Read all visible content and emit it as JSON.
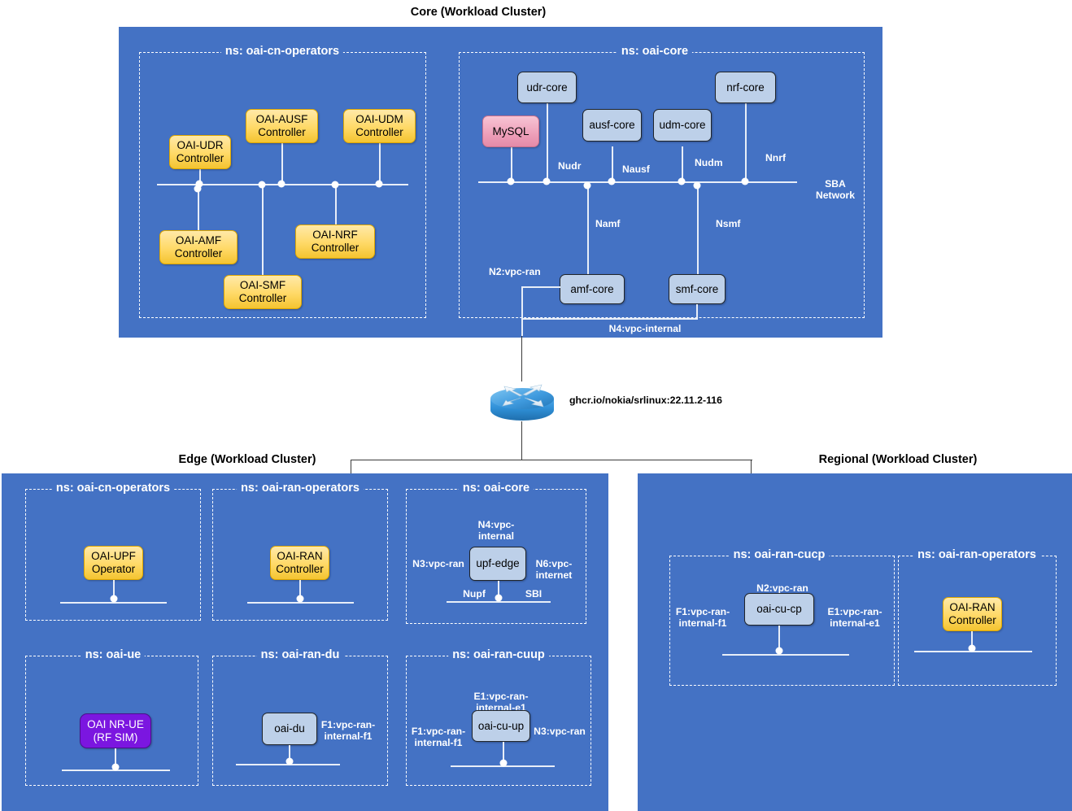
{
  "clusters": {
    "core": {
      "title": "Core (Workload Cluster)"
    },
    "edge": {
      "title": "Edge (Workload Cluster)"
    },
    "regional": {
      "title": "Regional (Workload Cluster)"
    }
  },
  "namespaces": {
    "core_cn_operators": "ns: oai-cn-operators",
    "core_oai_core": "ns: oai-core",
    "edge_cn_operators": "ns: oai-cn-operators",
    "edge_ran_operators": "ns: oai-ran-operators",
    "edge_oai_core": "ns: oai-core",
    "edge_oai_ue": "ns: oai-ue",
    "edge_ran_du": "ns: oai-ran-du",
    "edge_ran_cuup": "ns: oai-ran-cuup",
    "regional_ran_cucp": "ns: oai-ran-cucp",
    "regional_ran_operators": "ns: oai-ran-operators"
  },
  "core": {
    "operators": [
      {
        "id": "oai-udr-controller",
        "label": "OAI-UDR\nController"
      },
      {
        "id": "oai-ausf-controller",
        "label": "OAI-AUSF\nController"
      },
      {
        "id": "oai-udm-controller",
        "label": "OAI-UDM\nController"
      },
      {
        "id": "oai-amf-controller",
        "label": "OAI-AMF\nController"
      },
      {
        "id": "oai-smf-controller",
        "label": "OAI-SMF\nController"
      },
      {
        "id": "oai-nrf-controller",
        "label": "OAI-NRF\nController"
      }
    ],
    "functions": [
      {
        "id": "udr-core",
        "label": "udr-core"
      },
      {
        "id": "mysql",
        "label": "MySQL"
      },
      {
        "id": "ausf-core",
        "label": "ausf-core"
      },
      {
        "id": "udm-core",
        "label": "udm-core"
      },
      {
        "id": "nrf-core",
        "label": "nrf-core"
      },
      {
        "id": "amf-core",
        "label": "amf-core"
      },
      {
        "id": "smf-core",
        "label": "smf-core"
      }
    ],
    "interfaces": {
      "nudr": "Nudr",
      "nausf": "Nausf",
      "nudm": "Nudm",
      "nnrf": "Nnrf",
      "namf": "Namf",
      "nsmf": "Nsmf",
      "sba_network": "SBA\nNetwork",
      "n2_vpc_ran": "N2:vpc-ran",
      "n4_vpc_internal": "N4:vpc-internal"
    }
  },
  "router": {
    "image": "ghcr.io/nokia/srlinux:22.11.2-116",
    "icon": "router-icon"
  },
  "edge": {
    "nodes": [
      {
        "id": "oai-upf-operator",
        "label": "OAI-UPF\nOperator"
      },
      {
        "id": "oai-ran-controller",
        "label": "OAI-RAN\nController"
      },
      {
        "id": "upf-edge",
        "label": "upf-edge"
      },
      {
        "id": "oai-nr-ue",
        "label": "OAI NR-UE\n(RF SIM)"
      },
      {
        "id": "oai-du",
        "label": "oai-du"
      },
      {
        "id": "oai-cu-up",
        "label": "oai-cu-up"
      }
    ],
    "interfaces": {
      "upf_n4": "N4:vpc-\ninternal",
      "upf_n3": "N3:vpc-ran",
      "upf_n6": "N6:vpc-\ninternet",
      "upf_nupf": "Nupf",
      "upf_sbi": "SBI",
      "du_f1": "F1:vpc-ran-\ninternal-f1",
      "cuup_e1": "E1:vpc-ran-\ninternal-e1",
      "cuup_f1": "F1:vpc-ran-\ninternal-f1",
      "cuup_n3": "N3:vpc-ran"
    }
  },
  "regional": {
    "nodes": [
      {
        "id": "oai-cu-cp",
        "label": "oai-cu-cp"
      },
      {
        "id": "oai-ran-controller",
        "label": "OAI-RAN\nController"
      }
    ],
    "interfaces": {
      "cucp_n2": "N2:vpc-ran",
      "cucp_f1": "F1:vpc-ran-\ninternal-f1",
      "cucp_e1": "E1:vpc-ran-\ninternal-e1"
    }
  },
  "colors": {
    "panel_blue": "#4472c4",
    "node_yellow": "#ffd966",
    "node_bluegrey": "#bdd0e9",
    "node_pink": "#ee9fb9",
    "node_purple": "#7b16e0",
    "connector_white": "#e8eef8",
    "connector_dark": "#3b3b3b"
  }
}
